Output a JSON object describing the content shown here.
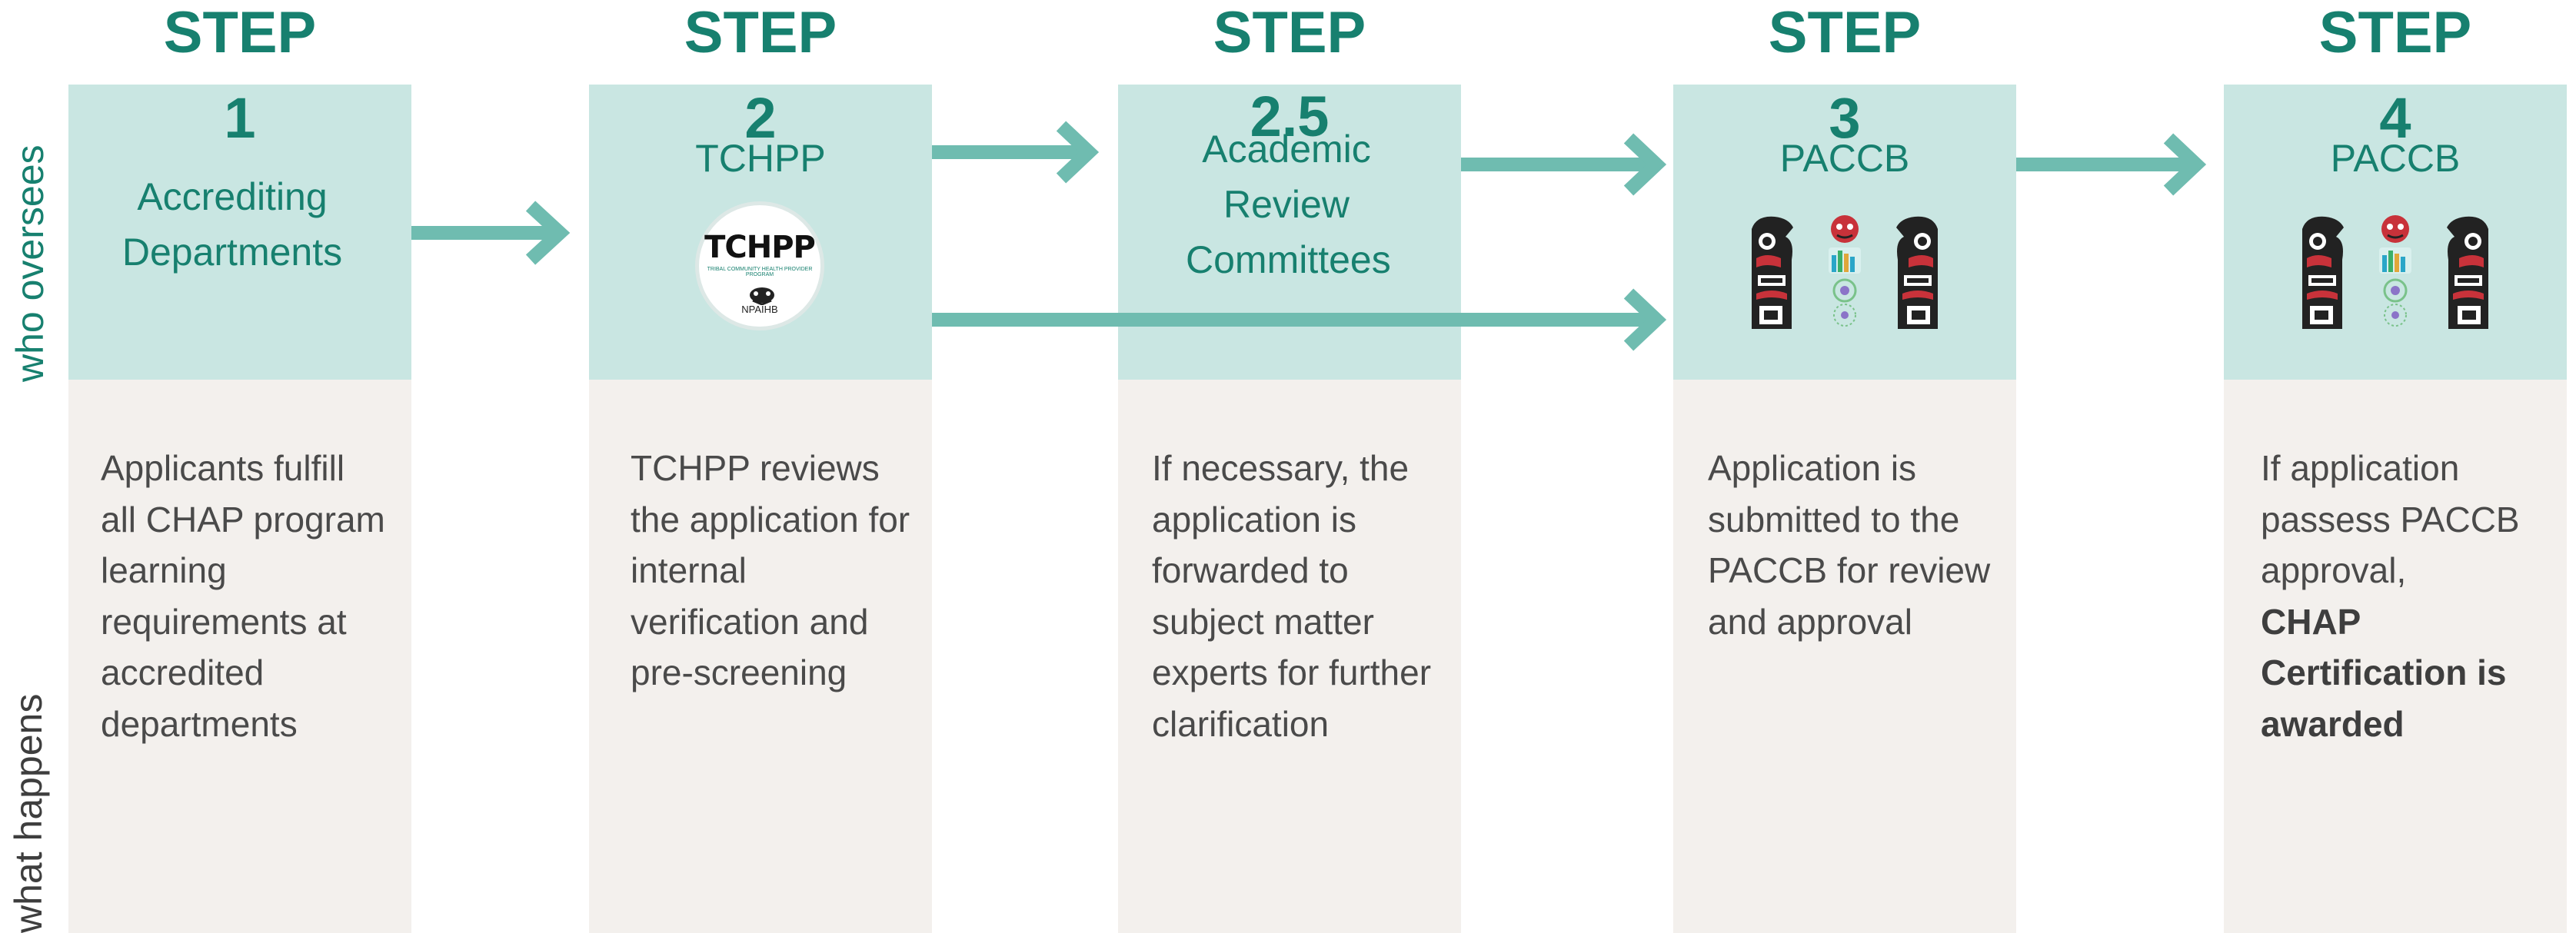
{
  "side_labels": {
    "top": "who oversees",
    "bottom": "what happens"
  },
  "steps": [
    {
      "heading": "STEP",
      "number": "1",
      "overseer": "Accrediting Departments",
      "description": "Applicants fulfill all CHAP program learning requirements at accredited departments"
    },
    {
      "heading": "STEP",
      "number": "2",
      "overseer": "TCHPP",
      "description": "TCHPP reviews the application for internal verification and pre-screening",
      "logo": {
        "icon": "tchpp-logo-icon",
        "title": "TCHPP",
        "tagline": "TRIBAL COMMUNITY HEALTH PROVIDER PROGRAM",
        "sub": "NPAIHB"
      }
    },
    {
      "heading": "STEP",
      "number": "2.5",
      "overseer": "Academic Review Committees",
      "description": "If necessary, the application is forwarded to subject matter experts for further clarification"
    },
    {
      "heading": "STEP",
      "number": "3",
      "overseer": "PACCB",
      "description": "Application is submitted to the PACCB for review and approval",
      "logo": {
        "icon": "paccb-totem-icon"
      }
    },
    {
      "heading": "STEP",
      "number": "4",
      "overseer": "PACCB",
      "description": "If application passess PACCB approval,",
      "description_emphasis": "CHAP Certification is awarded",
      "logo": {
        "icon": "paccb-totem-icon"
      }
    }
  ],
  "colors": {
    "teal_text": "#17806f",
    "top_box": "#c9e6e2",
    "bottom_box": "#f3f0ed",
    "arrow": "#6fbcb0",
    "body_text": "#4a4a4a"
  }
}
